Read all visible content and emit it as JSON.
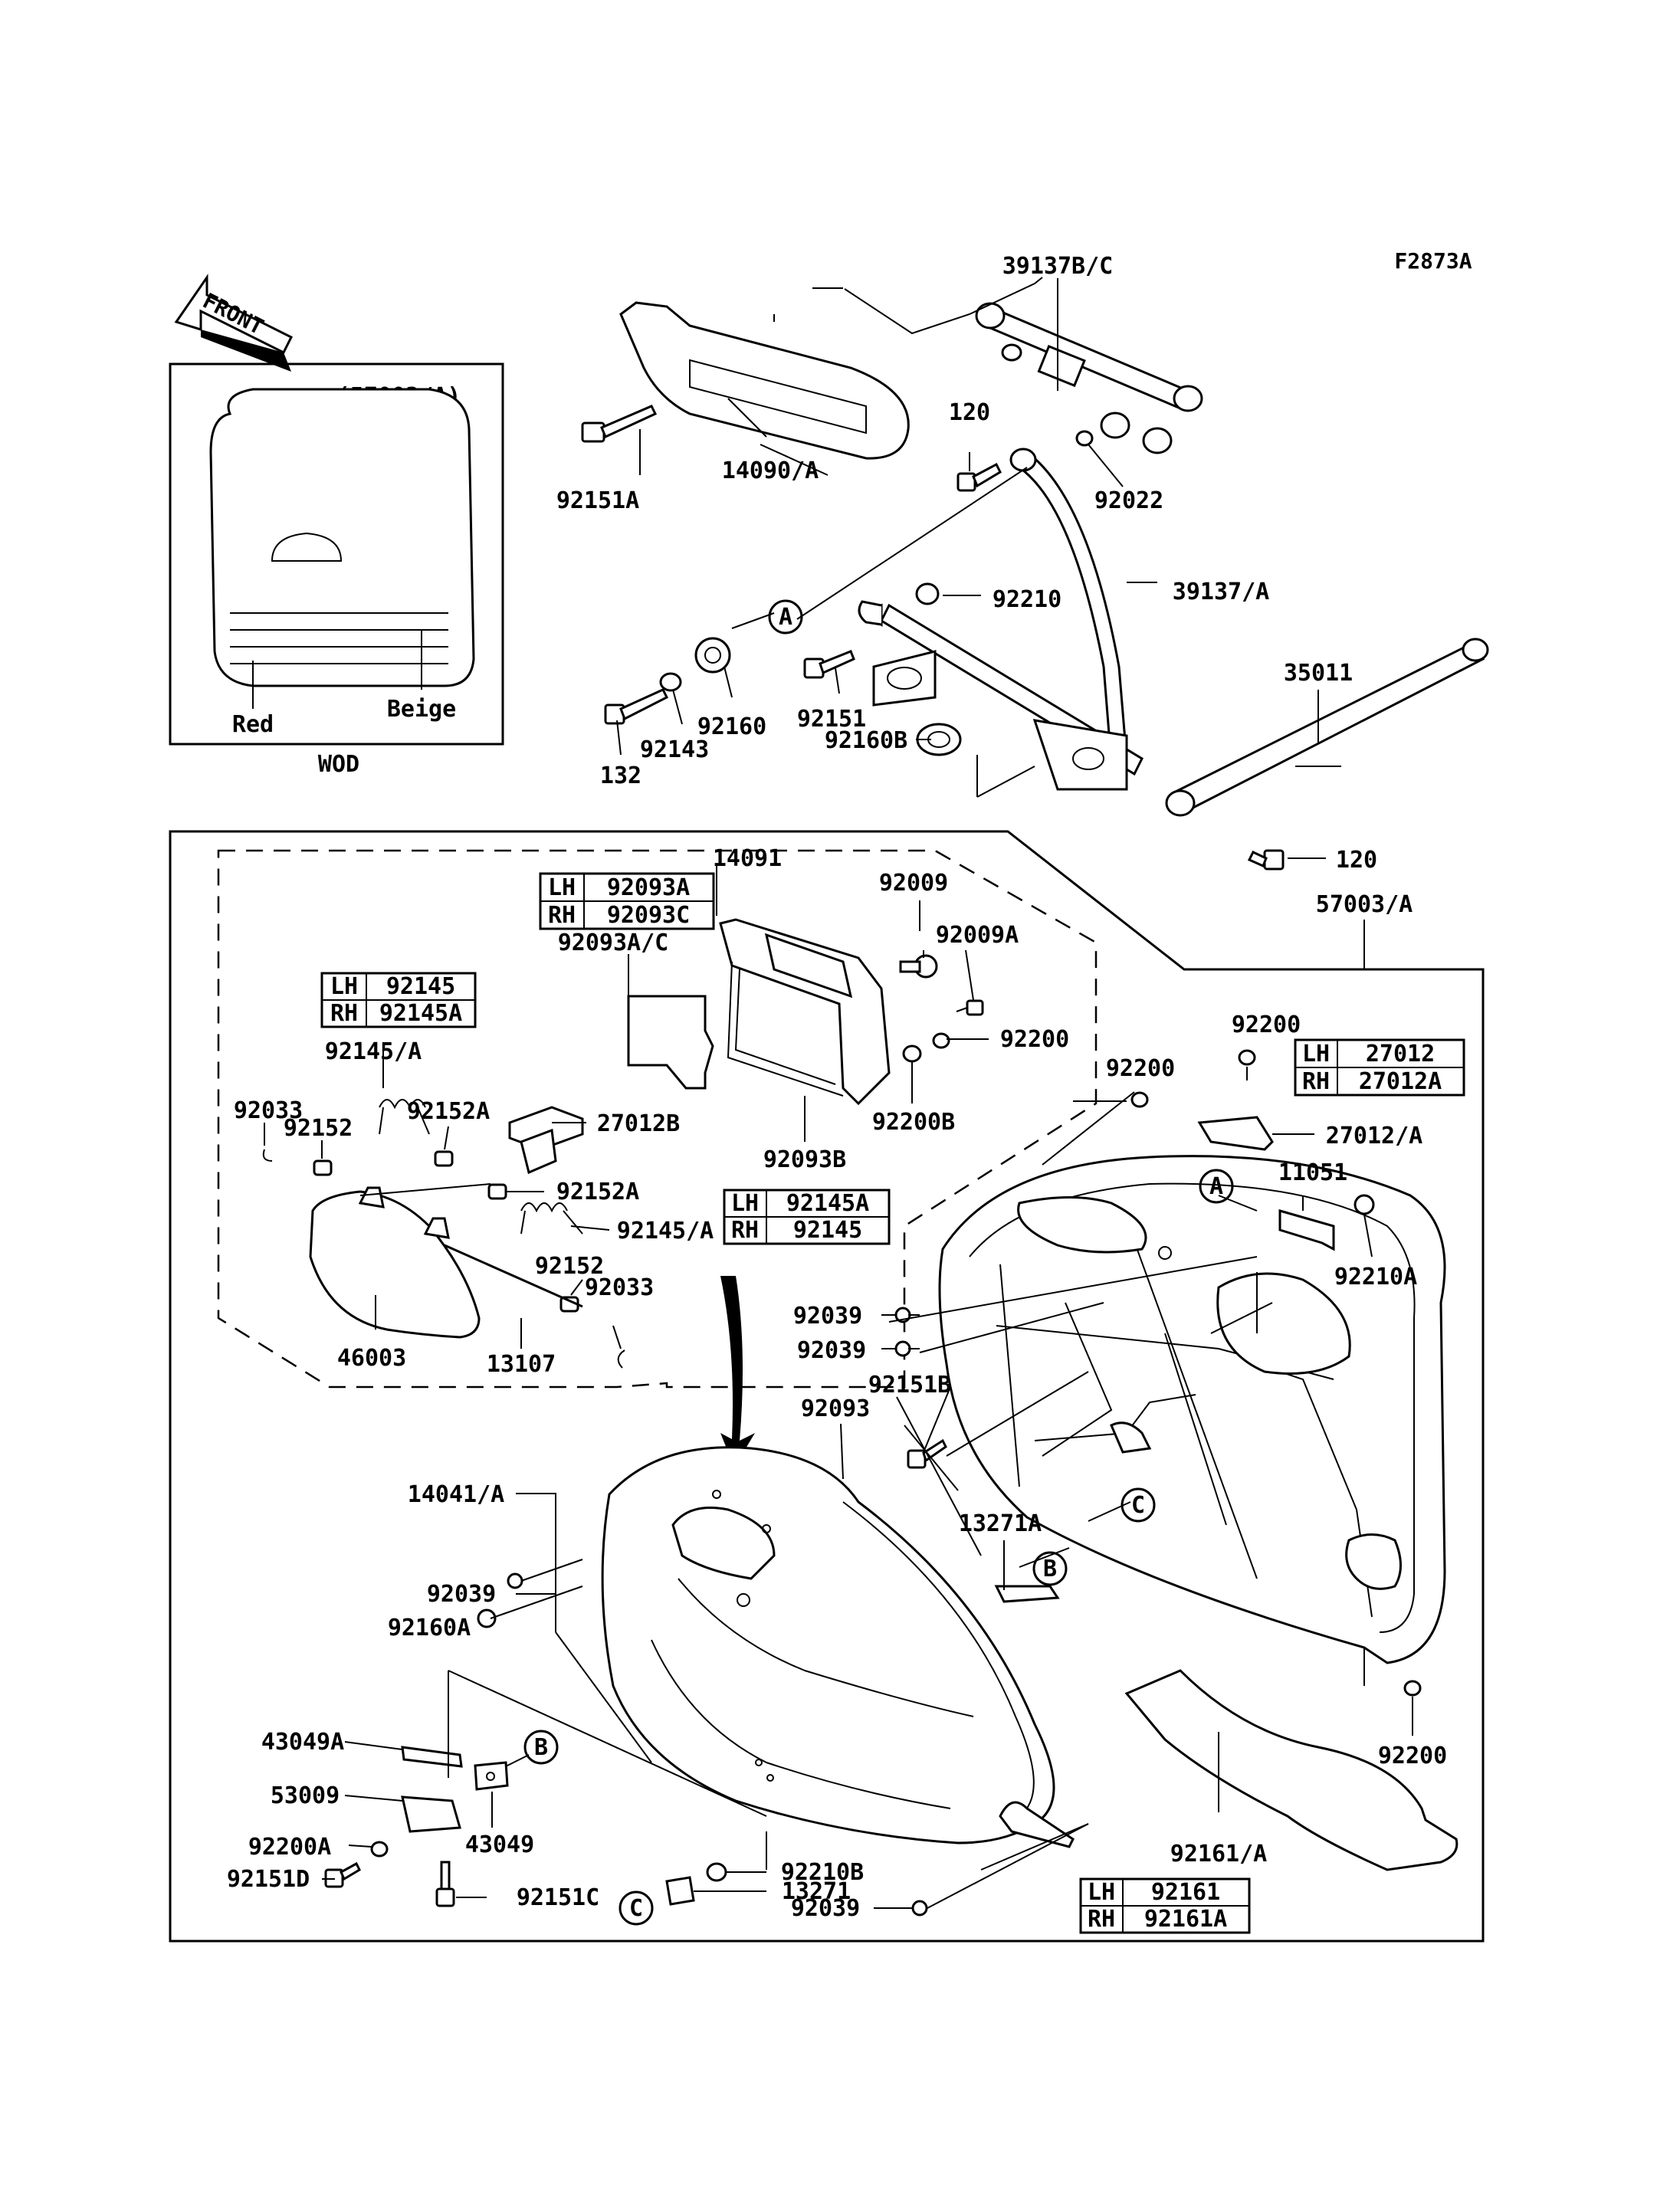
{
  "figure_code": "F2873A",
  "front_label": "FRONT",
  "inset": {
    "part_ref": "(57003/A)",
    "color_left": "Red",
    "color_right": "Beige",
    "caption": "WOD"
  },
  "labels": {
    "p39137bc": "39137B/C",
    "p14090a": "14090/A",
    "p92151a": "92151A",
    "p120_top": "120",
    "p92022": "92022",
    "p39137a": "39137/A",
    "p92210": "92210",
    "p35011": "35011",
    "p92160": "92160",
    "p92151": "92151",
    "p92160b": "92160B",
    "p92143": "92143",
    "p132": "132",
    "p120_mid": "120",
    "p57003a": "57003/A",
    "p14091": "14091",
    "p92009": "92009",
    "p92009a": "92009A",
    "p92093ac": "92093A/C",
    "p92200_a": "92200",
    "p92200b": "92200B",
    "p92093b": "92093B",
    "p92200_b": "92200",
    "p92200_c": "92200",
    "p27012a": "27012/A",
    "p11051": "11051",
    "p92210a": "92210A",
    "p92145a_top": "92145/A",
    "p92033_l": "92033",
    "p92152_l": "92152",
    "p92152a_top": "92152A",
    "p27012b": "27012B",
    "p92152a_mid": "92152A",
    "p92145a_mid": "92145/A",
    "p92152_mid": "92152",
    "p92033_r": "92033",
    "p46003": "46003",
    "p13107": "13107",
    "p92039_a": "92039",
    "p92039_b": "92039",
    "p92151b": "92151B",
    "p92093": "92093",
    "p14041a": "14041/A",
    "p13271a": "13271A",
    "p92039_c": "92039",
    "p92160a": "92160A",
    "p43049a": "43049A",
    "p53009": "53009",
    "p92200a": "92200A",
    "p92151d": "92151D",
    "p43049": "43049",
    "p92151c": "92151C",
    "p92210b": "92210B",
    "p13271": "13271",
    "p92039_d": "92039",
    "p92200_d": "92200",
    "p92161a": "92161/A"
  },
  "callouts": {
    "a1": "A",
    "a2": "A",
    "b1": "B",
    "b2": "B",
    "c1": "C",
    "c2": "C"
  },
  "tables": {
    "t92093": [
      [
        "LH",
        "92093A"
      ],
      [
        "RH",
        "92093C"
      ]
    ],
    "t92145": [
      [
        "LH",
        "92145"
      ],
      [
        "RH",
        "92145A"
      ]
    ],
    "t27012": [
      [
        "LH",
        "27012"
      ],
      [
        "RH",
        "27012A"
      ]
    ],
    "t92145b": [
      [
        "LH",
        "92145A"
      ],
      [
        "RH",
        "92145"
      ]
    ],
    "t92161": [
      [
        "LH",
        "92161"
      ],
      [
        "RH",
        "92161A"
      ]
    ]
  }
}
